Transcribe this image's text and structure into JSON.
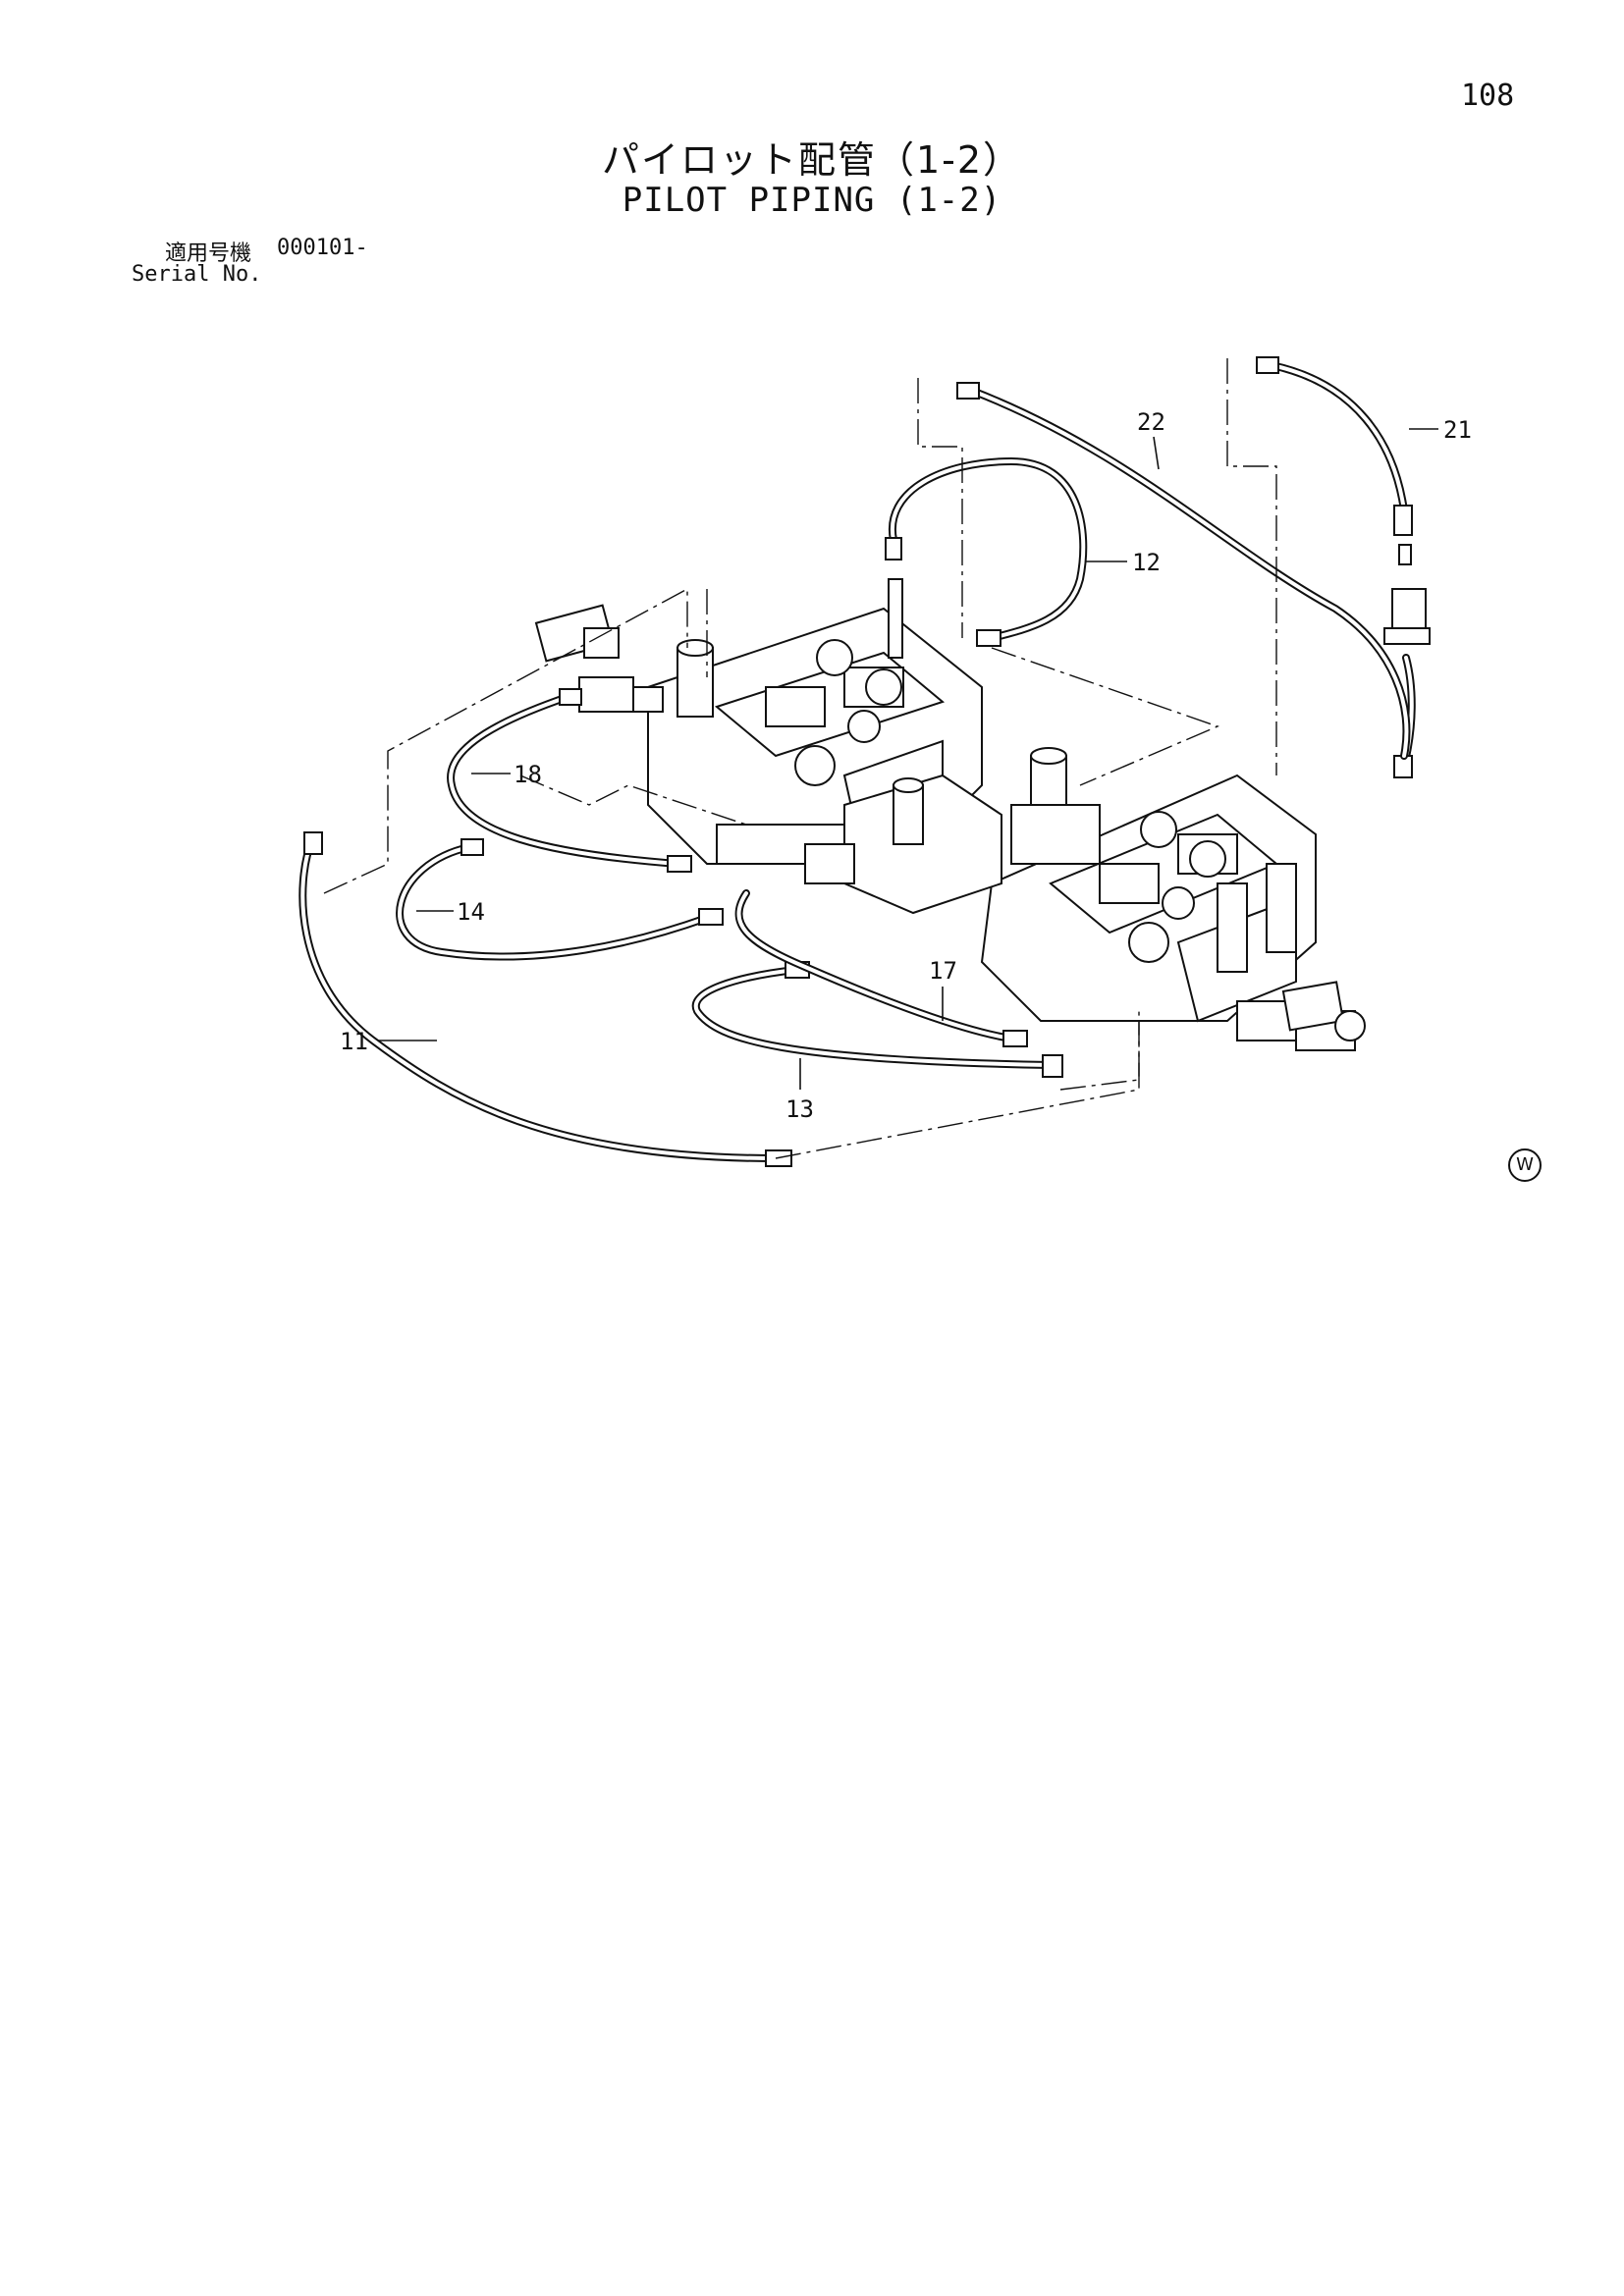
{
  "page": {
    "number": "108",
    "title_jp": "パイロット配管（1-2）",
    "title_en": "PILOT PIPING (1-2)",
    "serial_label_jp": "適用号機",
    "serial_value": "000101-",
    "serial_label_en": "Serial No.",
    "corner_mark": "W"
  },
  "callouts": {
    "c11": "11",
    "c12": "12",
    "c13": "13",
    "c14": "14",
    "c17": "17",
    "c18": "18",
    "c21": "21",
    "c22": "22"
  }
}
